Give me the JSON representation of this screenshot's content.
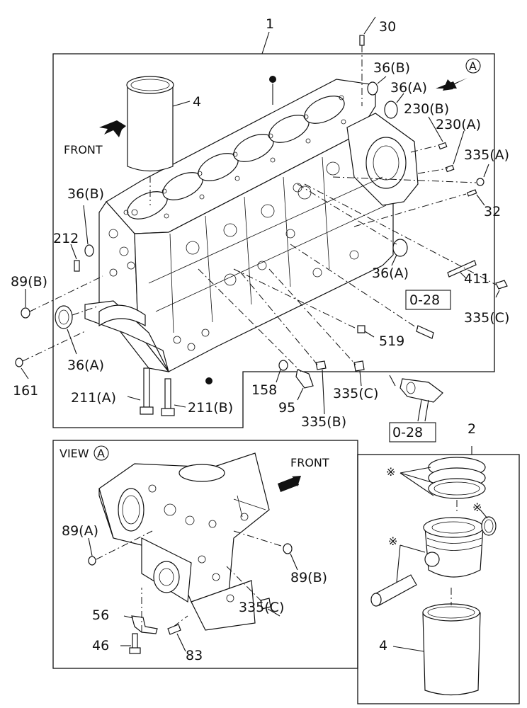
{
  "labels": {
    "p1": "1",
    "p30": "30",
    "p36b_top": "36(B)",
    "p36a_top": "36(A)",
    "circleA": "A",
    "p230b": "230(B)",
    "p230a": "230(A)",
    "p335a": "335(A)",
    "p32": "32",
    "p4": "4",
    "front_top": "FRONT",
    "p36b_left": "36(B)",
    "p212": "212",
    "p89b_left": "89(B)",
    "p36a_mid": "36(A)",
    "p36a_left": "36(A)",
    "p161": "161",
    "p211a": "211(A)",
    "p211b": "211(B)",
    "p158": "158",
    "p95": "95",
    "p335b": "335(B)",
    "p335c_mid": "335(C)",
    "p519": "519",
    "p028_top": "0-28",
    "p411": "411",
    "p335c_right": "335(C)",
    "p028_bot": "0-28",
    "p2": "2",
    "view_a_text": "VIEW",
    "view_a_circle": "A",
    "front_view": "FRONT",
    "p89a": "89(A)",
    "p89b_view": "89(B)",
    "p335c_view": "335(C)",
    "p56": "56",
    "p46": "46",
    "p83": "83",
    "p4_kit": "4",
    "asterisk": "※"
  }
}
